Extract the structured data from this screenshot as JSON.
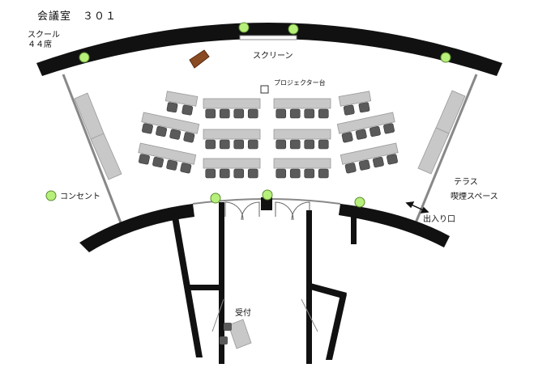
{
  "title": "会議室　３０１",
  "layout_style": "スクール",
  "seat_count": "４４席",
  "labels": {
    "screen": "スクリーン",
    "projector": "プロジェクター台",
    "outlet": "コンセント",
    "terrace": "テラス",
    "smoking": "喫煙スペース",
    "entrance": "出入り口",
    "reception": "受付"
  },
  "colors": {
    "wall": "#111111",
    "outlet": "#b6f07a",
    "desk": "#c8c8c8",
    "chair": "#5a5a5a",
    "podium": "#8a4a22"
  },
  "icons": {
    "outlet": "green-circle-icon",
    "entrance_arrow": "double-arrow-icon",
    "projector": "square-icon"
  }
}
